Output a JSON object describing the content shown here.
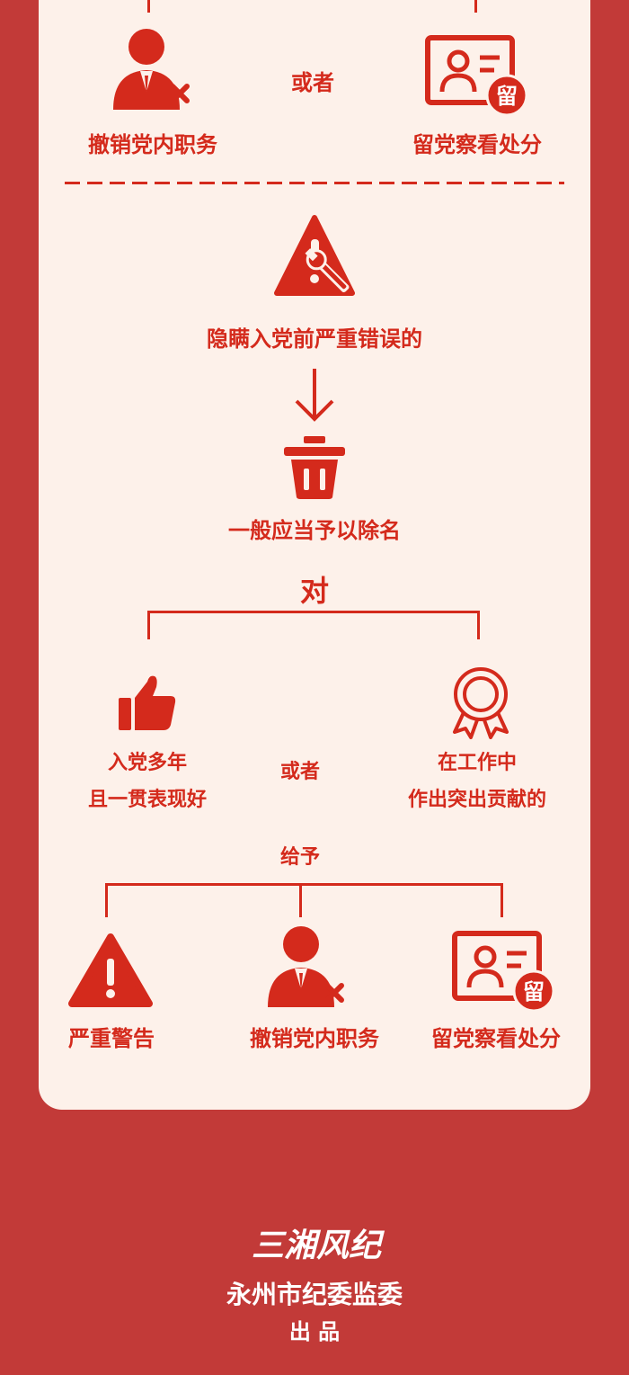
{
  "section1": {
    "left_label": "撤销党内职务",
    "connector": "或者",
    "right_label": "留党察看处分",
    "right_icon_char": "留"
  },
  "section2": {
    "condition": "隐瞒入党前严重错误的",
    "result": "一般应当予以除名",
    "to_label": "对",
    "left_line1": "入党多年",
    "left_line2": "且一贯表现好",
    "connector": "或者",
    "right_line1": "在工作中",
    "right_line2": "作出突出贡献的",
    "give_label": "给予",
    "option1": "严重警告",
    "option2": "撤销党内职务",
    "option3": "留党察看处分",
    "option3_icon_char": "留"
  },
  "footer": {
    "logo_text": "三湘风纪",
    "org": "永州市纪委监委",
    "produced": "出 品"
  },
  "colors": {
    "background": "#c23a38",
    "card": "#fdf1ea",
    "accent": "#d42a1c"
  },
  "icons": [
    "person-x-icon",
    "id-card-icon",
    "warning-wrench-icon",
    "arrow-down-icon",
    "trash-icon",
    "thumbs-up-icon",
    "award-icon",
    "warning-icon"
  ]
}
